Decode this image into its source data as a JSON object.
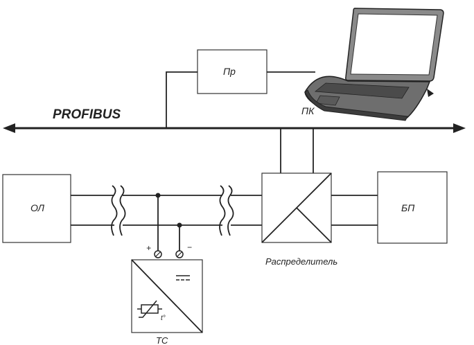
{
  "diagram": {
    "bus_label": "PROFIBUS",
    "nodes": {
      "converter": "Пр",
      "pc": "ПК",
      "ol": "ОЛ",
      "power_supply": "БП",
      "distributor": "Распределитель",
      "sensor": "ТС"
    },
    "sensor_symbols": {
      "plus": "+",
      "minus": "−",
      "dc": "t°"
    }
  }
}
